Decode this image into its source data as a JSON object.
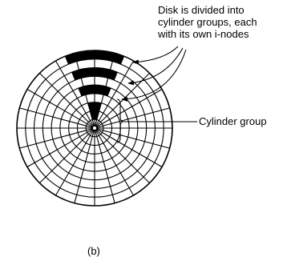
{
  "diagram": {
    "annotation_lines": [
      "Disk is divided into",
      "cylinder groups, each",
      "with its own i-nodes"
    ],
    "cylinder_group_label": "Cylinder group",
    "subfigure_label": "(b)"
  }
}
